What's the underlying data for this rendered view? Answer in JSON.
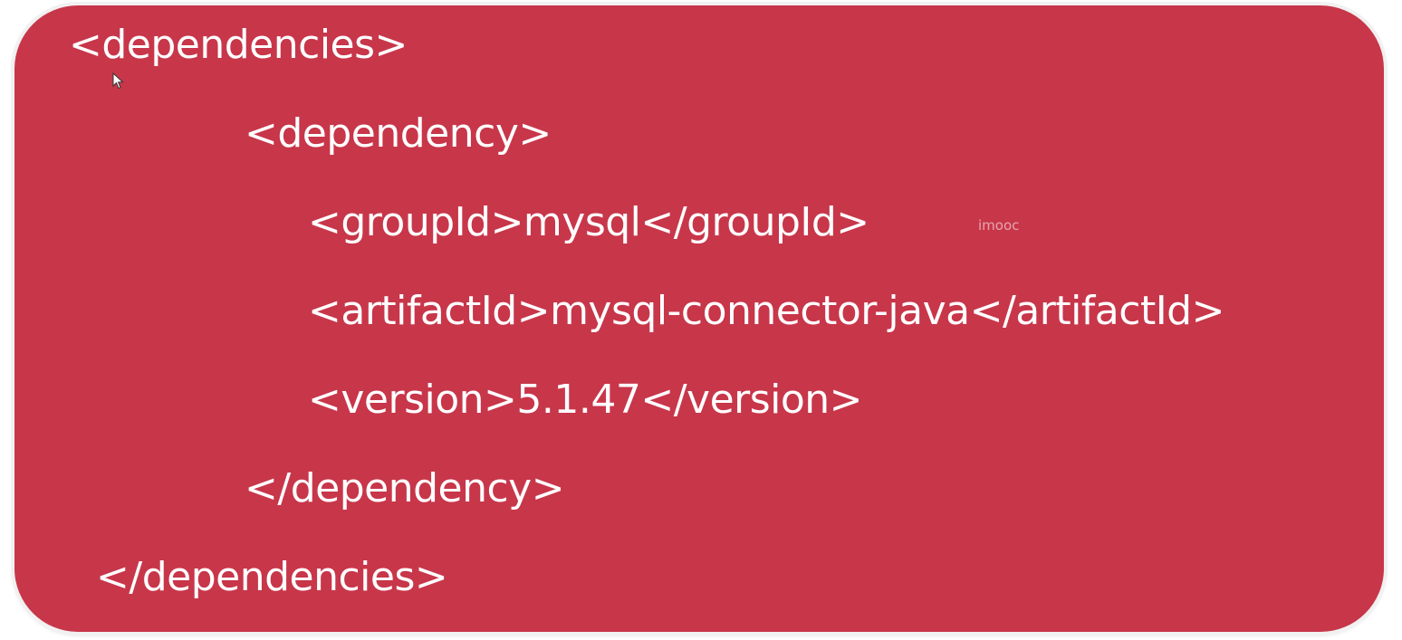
{
  "code_lines": [
    "<dependencies>",
    "<dependency>",
    "<groupId>mysql</groupId>",
    "<artifactId>mysql-connector-java</artifactId>",
    "<version>5.1.47</version>",
    "</dependency>",
    "</dependencies>"
  ],
  "watermark": "imooc",
  "colors": {
    "card_background": "#c8364a",
    "text": "#ffffff"
  }
}
